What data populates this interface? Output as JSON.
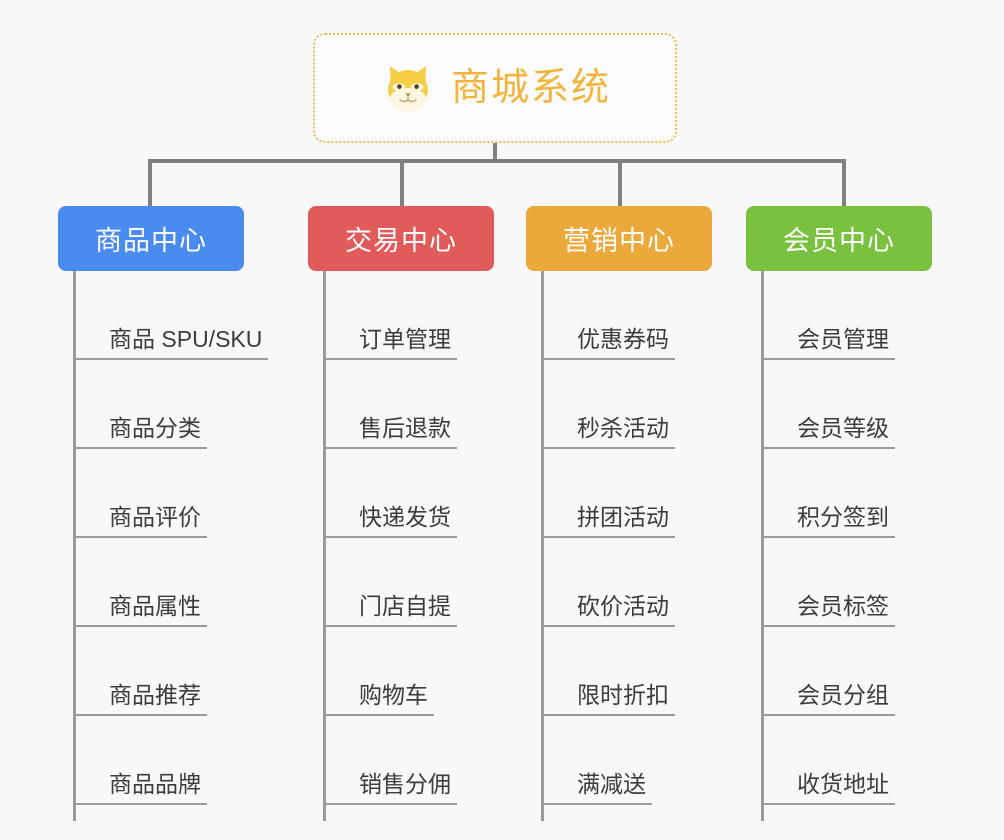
{
  "root": {
    "title": "商城系统",
    "icon": "shiba-dog-icon",
    "border_color": "#f0b849",
    "title_color": "#f2b43c",
    "background": "#fcfcfc"
  },
  "canvas": {
    "background": "#f8f8f8",
    "connector_color": "#808080",
    "leaf_line_color": "#9a9a9a"
  },
  "categories": [
    {
      "label": "商品中心",
      "color": "#4a8bf0",
      "items": [
        "商品 SPU/SKU",
        "商品分类",
        "商品评价",
        "商品属性",
        "商品推荐",
        "商品品牌"
      ]
    },
    {
      "label": "交易中心",
      "color": "#e15b5b",
      "items": [
        "订单管理",
        "售后退款",
        "快递发货",
        "门店自提",
        "购物车",
        "销售分佣"
      ]
    },
    {
      "label": "营销中心",
      "color": "#eaa93a",
      "items": [
        "优惠券码",
        "秒杀活动",
        "拼团活动",
        "砍价活动",
        "限时折扣",
        "满减送"
      ]
    },
    {
      "label": "会员中心",
      "color": "#79c13f",
      "items": [
        "会员管理",
        "会员等级",
        "积分签到",
        "会员标签",
        "会员分组",
        "收货地址"
      ]
    }
  ]
}
